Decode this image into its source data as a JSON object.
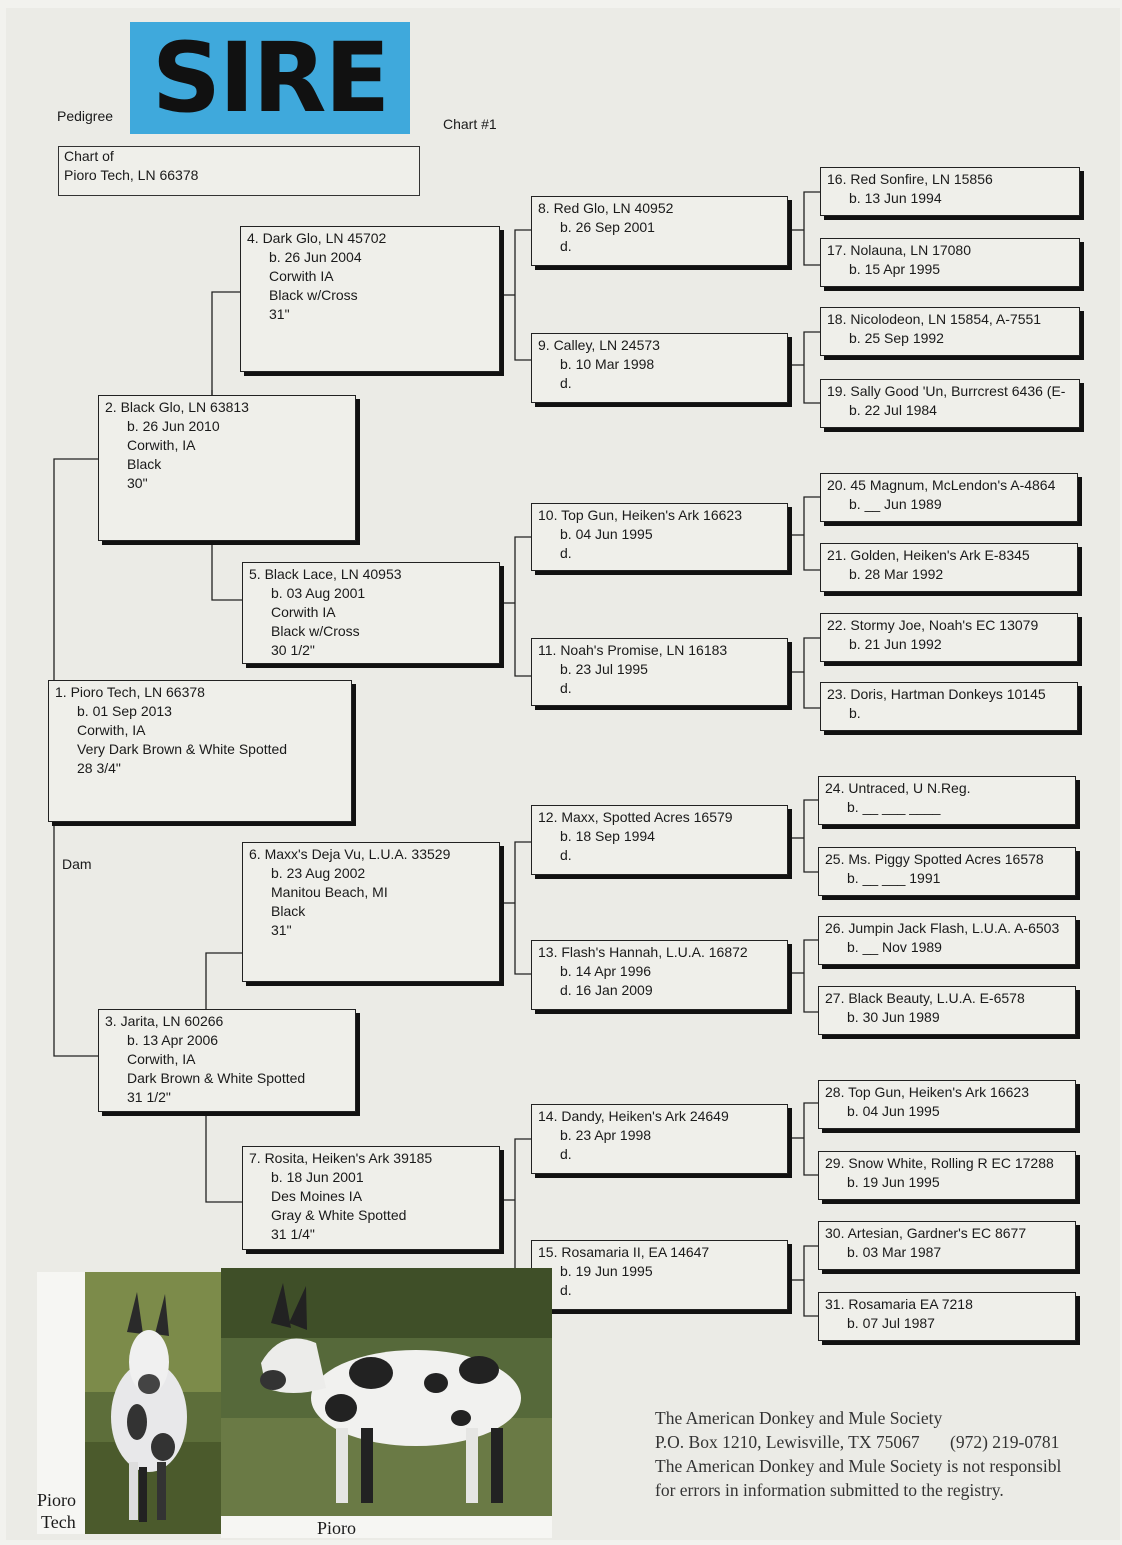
{
  "header": {
    "sire_label": "SIRE",
    "pedigree_label": "Pedigree",
    "chart_number": "Chart #1",
    "chart_of_line1": "Chart of",
    "chart_of_line2": "Pioro Tech, LN 66378",
    "dam_label": "Dam"
  },
  "entries": [
    {
      "id": 1,
      "lines": [
        "1. Pioro Tech, LN 66378",
        "b. 01 Sep 2013",
        "Corwith, IA",
        "Very Dark Brown & White Spotted",
        "28 3/4\""
      ]
    },
    {
      "id": 2,
      "lines": [
        "2. Black Glo, LN 63813",
        "b. 26 Jun 2010",
        "Corwith, IA",
        "Black",
        "30\""
      ]
    },
    {
      "id": 3,
      "lines": [
        "3. Jarita, LN 60266",
        "b. 13 Apr 2006",
        "Corwith, IA",
        "Dark Brown & White Spotted",
        "31 1/2\""
      ]
    },
    {
      "id": 4,
      "lines": [
        "4. Dark Glo, LN 45702",
        "b. 26 Jun 2004",
        "Corwith IA",
        "Black w/Cross",
        "31\""
      ]
    },
    {
      "id": 5,
      "lines": [
        "5. Black Lace, LN 40953",
        "b. 03 Aug 2001",
        "Corwith IA",
        "Black w/Cross",
        "30 1/2\""
      ]
    },
    {
      "id": 6,
      "lines": [
        "6. Maxx's Deja Vu, L.U.A. 33529",
        "b. 23 Aug 2002",
        "Manitou Beach, MI",
        "Black",
        "31\""
      ]
    },
    {
      "id": 7,
      "lines": [
        "7. Rosita, Heiken's Ark 39185",
        "b. 18 Jun 2001",
        "Des Moines IA",
        "Gray & White Spotted",
        "31 1/4\""
      ]
    },
    {
      "id": 8,
      "lines": [
        "8. Red Glo, LN 40952",
        "b. 26 Sep 2001",
        "d."
      ]
    },
    {
      "id": 9,
      "lines": [
        "9. Calley, LN 24573",
        "b. 10 Mar 1998",
        "d."
      ]
    },
    {
      "id": 10,
      "lines": [
        "10. Top Gun, Heiken's Ark 16623",
        "b. 04 Jun 1995",
        "d."
      ]
    },
    {
      "id": 11,
      "lines": [
        "11. Noah's Promise, LN 16183",
        "b. 23 Jul 1995",
        "d."
      ]
    },
    {
      "id": 12,
      "lines": [
        "12. Maxx, Spotted Acres 16579",
        "b. 18 Sep 1994",
        "d."
      ]
    },
    {
      "id": 13,
      "lines": [
        "13. Flash's Hannah, L.U.A. 16872",
        "b. 14 Apr 1996",
        "d. 16 Jan 2009"
      ]
    },
    {
      "id": 14,
      "lines": [
        "14. Dandy, Heiken's Ark 24649",
        "b. 23 Apr 1998",
        "d."
      ]
    },
    {
      "id": 15,
      "lines": [
        "15. Rosamaria II, EA 14647",
        "b. 19 Jun 1995",
        "d."
      ]
    },
    {
      "id": 16,
      "lines": [
        "16. Red Sonfire, LN 15856",
        "b. 13 Jun 1994"
      ]
    },
    {
      "id": 17,
      "lines": [
        "17. Nolauna, LN 17080",
        "b. 15 Apr 1995"
      ]
    },
    {
      "id": 18,
      "lines": [
        "18. Nicolodeon, LN 15854, A-7551",
        "b. 25 Sep 1992"
      ]
    },
    {
      "id": 19,
      "lines": [
        "19. Sally Good 'Un, Burrcrest 6436 (E-",
        "b. 22 Jul 1984"
      ]
    },
    {
      "id": 20,
      "lines": [
        "20. 45 Magnum, McLendon's A-4864",
        "b. __ Jun 1989"
      ]
    },
    {
      "id": 21,
      "lines": [
        "21. Golden, Heiken's Ark E-8345",
        "b. 28 Mar 1992"
      ]
    },
    {
      "id": 22,
      "lines": [
        "22. Stormy Joe, Noah's EC 13079",
        "b. 21 Jun 1992"
      ]
    },
    {
      "id": 23,
      "lines": [
        "23. Doris, Hartman Donkeys 10145",
        "b."
      ]
    },
    {
      "id": 24,
      "lines": [
        "24. Untraced, U N.Reg.",
        "b. __ ___ ____"
      ]
    },
    {
      "id": 25,
      "lines": [
        "25. Ms. Piggy Spotted Acres 16578",
        "b. __ ___ 1991"
      ]
    },
    {
      "id": 26,
      "lines": [
        "26. Jumpin Jack Flash, L.U.A. A-6503",
        "b. __ Nov 1989"
      ]
    },
    {
      "id": 27,
      "lines": [
        "27. Black Beauty, L.U.A. E-6578",
        "b. 30 Jun 1989"
      ]
    },
    {
      "id": 28,
      "lines": [
        "28. Top Gun, Heiken's Ark 16623",
        "b. 04 Jun 1995"
      ]
    },
    {
      "id": 29,
      "lines": [
        "29. Snow White, Rolling R EC 17288",
        "b. 19 Jun 1995"
      ]
    },
    {
      "id": 30,
      "lines": [
        "30. Artesian, Gardner's EC 8677",
        "b. 03 Mar 1987"
      ]
    },
    {
      "id": 31,
      "lines": [
        "31. Rosamaria EA 7218",
        "b. 07 Jul 1987"
      ]
    }
  ],
  "photos": {
    "left_caption_line1": "Pioro",
    "left_caption_line2": "Tech",
    "right_caption": "Pioro"
  },
  "footer": {
    "line1": "The American Donkey and Mule Society",
    "line2": "P.O. Box 1210, Lewisville, TX 75067",
    "phone": "(972) 219-0781",
    "line3": "The American Donkey and Mule Society is not responsibl",
    "line4": "for errors in information submitted to the registry."
  },
  "colors": {
    "label_blue": "#3fa9dc",
    "paper": "#ebebe6",
    "box_border": "#222222"
  }
}
